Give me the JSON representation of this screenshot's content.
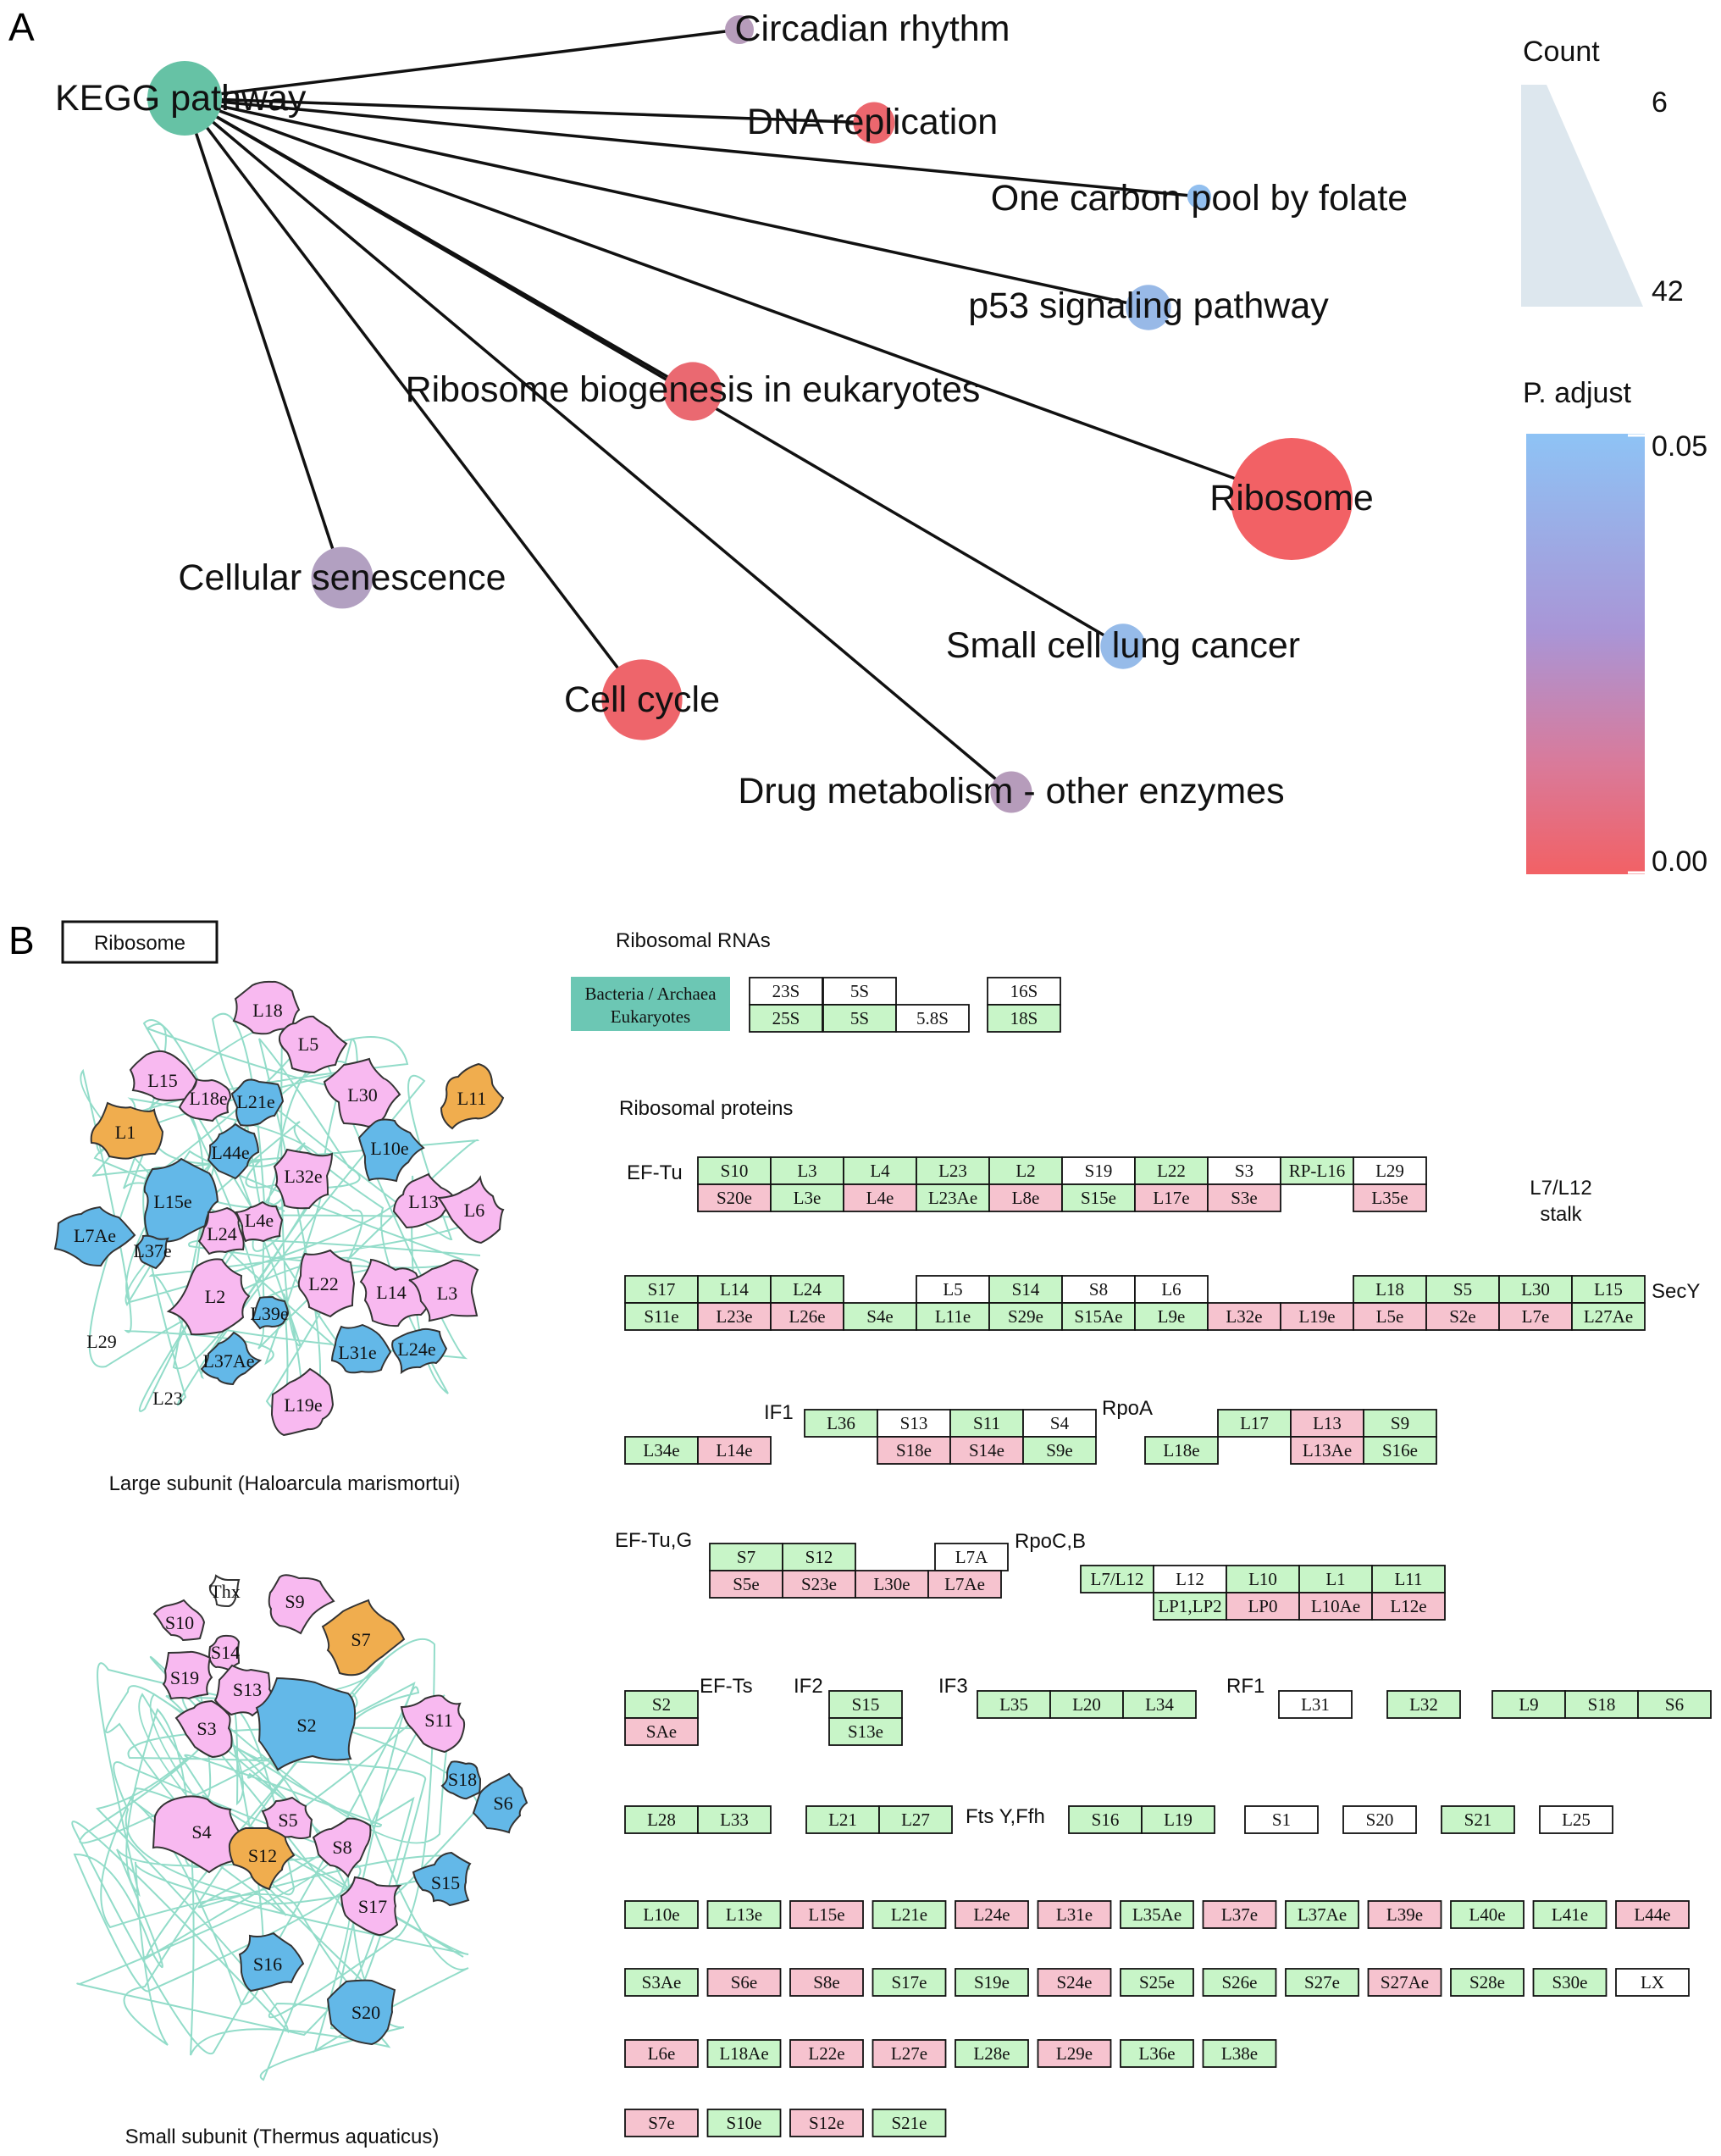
{
  "panel_a": {
    "letter": "A",
    "hub": "KEGG pathway",
    "pathways": [
      {
        "name": "Circadian rhythm",
        "count": 6,
        "p_adjust": 0.03
      },
      {
        "name": "DNA replication",
        "count": 9,
        "p_adjust": 0.003
      },
      {
        "name": "One carbon pool by folate",
        "count": 5,
        "p_adjust": 0.048
      },
      {
        "name": "p53 signaling pathway",
        "count": 10,
        "p_adjust": 0.045
      },
      {
        "name": "Ribosome biogenesis in eukaryotes",
        "count": 14,
        "p_adjust": 0.004
      },
      {
        "name": "Ribosome",
        "count": 42,
        "p_adjust": 0.0
      },
      {
        "name": "Cellular senescence",
        "count": 15,
        "p_adjust": 0.032
      },
      {
        "name": "Small cell lung cancer",
        "count": 10,
        "p_adjust": 0.046
      },
      {
        "name": "Cell cycle",
        "count": 22,
        "p_adjust": 0.002
      },
      {
        "name": "Drug metabolism - other enzymes",
        "count": 9,
        "p_adjust": 0.03
      }
    ],
    "legend": {
      "count_title": "Count",
      "count_min": "6",
      "count_max": "42",
      "padj_title": "P. adjust",
      "padj_max": "0.05",
      "padj_min": "0.00"
    },
    "colors": {
      "low_p": "#f26165",
      "high_p": "#8ec3f5",
      "hub": "#66c2a5",
      "count_wedge": "#dde7ee"
    }
  },
  "panel_b": {
    "letter": "B",
    "title": "Ribosome",
    "large_caption": "Large subunit (Haloarcula marismortui)",
    "small_caption": "Small subunit (Thermus aquaticus)",
    "rna_heading": "Ribosomal RNAs",
    "protein_heading": "Ribosomal proteins",
    "rna_legend": [
      "Bacteria / Archaea",
      "Eukaryotes"
    ],
    "colors": {
      "green": "#c8f5c8",
      "pink": "#f6c3cf",
      "white": "#ffffff",
      "blue": "#63b8e8",
      "orange": "#f0ad4e",
      "violet": "#f8b9f0",
      "teal_rna": "#6cc7b4"
    },
    "annotations": {
      "ef_tu": "EF-Tu",
      "l7l12_stalk_1": "L7/L12",
      "l7l12_stalk_2": "stalk",
      "secy": "SecY",
      "if1": "IF1",
      "rpoa": "RpoA",
      "ef_tug": "EF-Tu,G",
      "rpocb": "RpoC,B",
      "ef_ts": "EF-Ts",
      "if2": "IF2",
      "if3": "IF3",
      "rf1": "RF1",
      "ftsy": "Fts Y,Ffh"
    },
    "rna_rows": [
      [
        {
          "t": "23S",
          "c": "w"
        },
        {
          "t": "5S",
          "c": "w"
        },
        {
          "t": "16S",
          "c": "w"
        }
      ],
      [
        {
          "t": "25S",
          "c": "g"
        },
        {
          "t": "5S",
          "c": "g"
        },
        {
          "t": "5.8S",
          "c": "w"
        },
        {
          "t": "18S",
          "c": "g"
        }
      ]
    ],
    "protein_rows": {
      "r1_top": [
        {
          "t": "S10",
          "c": "g"
        },
        {
          "t": "L3",
          "c": "g"
        },
        {
          "t": "L4",
          "c": "g"
        },
        {
          "t": "L23",
          "c": "g"
        },
        {
          "t": "L2",
          "c": "g"
        },
        {
          "t": "S19",
          "c": "w"
        },
        {
          "t": "L22",
          "c": "g"
        },
        {
          "t": "S3",
          "c": "w"
        },
        {
          "t": "RP-L16",
          "c": "g"
        },
        {
          "t": "L29",
          "c": "w"
        }
      ],
      "r1_bot": [
        {
          "t": "S20e",
          "c": "p"
        },
        {
          "t": "L3e",
          "c": "g"
        },
        {
          "t": "L4e",
          "c": "p"
        },
        {
          "t": "L23Ae",
          "c": "g"
        },
        {
          "t": "L8e",
          "c": "p"
        },
        {
          "t": "S15e",
          "c": "g"
        },
        {
          "t": "L17e",
          "c": "p"
        },
        {
          "t": "S3e",
          "c": "p"
        },
        {
          "t": "L35e",
          "c": "p"
        }
      ],
      "r2_top": [
        {
          "t": "S17",
          "c": "g"
        },
        {
          "t": "L14",
          "c": "g"
        },
        {
          "t": "L24",
          "c": "g"
        },
        {
          "t": "L5",
          "c": "w"
        },
        {
          "t": "S14",
          "c": "g"
        },
        {
          "t": "S8",
          "c": "w"
        },
        {
          "t": "L6",
          "c": "w"
        },
        {
          "t": "L18",
          "c": "g"
        },
        {
          "t": "S5",
          "c": "g"
        },
        {
          "t": "L30",
          "c": "g"
        },
        {
          "t": "L15",
          "c": "g"
        }
      ],
      "r2_bot": [
        {
          "t": "S11e",
          "c": "g"
        },
        {
          "t": "L23e",
          "c": "p"
        },
        {
          "t": "L26e",
          "c": "p"
        },
        {
          "t": "S4e",
          "c": "g"
        },
        {
          "t": "L11e",
          "c": "g"
        },
        {
          "t": "S29e",
          "c": "g"
        },
        {
          "t": "S15Ae",
          "c": "g"
        },
        {
          "t": "L9e",
          "c": "g"
        },
        {
          "t": "L32e",
          "c": "p"
        },
        {
          "t": "L19e",
          "c": "p"
        },
        {
          "t": "L5e",
          "c": "p"
        },
        {
          "t": "S2e",
          "c": "p"
        },
        {
          "t": "L7e",
          "c": "p"
        },
        {
          "t": "L27Ae",
          "c": "g"
        }
      ],
      "r3_top": [
        {
          "t": "L36",
          "c": "g"
        },
        {
          "t": "S13",
          "c": "w"
        },
        {
          "t": "S11",
          "c": "g"
        },
        {
          "t": "S4",
          "c": "w"
        },
        {
          "t": "L17",
          "c": "g"
        },
        {
          "t": "L13",
          "c": "p"
        },
        {
          "t": "S9",
          "c": "g"
        }
      ],
      "r3_bot": [
        {
          "t": "L34e",
          "c": "g"
        },
        {
          "t": "L14e",
          "c": "p"
        },
        {
          "t": "S18e",
          "c": "p"
        },
        {
          "t": "S14e",
          "c": "p"
        },
        {
          "t": "S9e",
          "c": "g"
        },
        {
          "t": "L18e",
          "c": "g"
        },
        {
          "t": "L13Ae",
          "c": "p"
        },
        {
          "t": "S16e",
          "c": "g"
        }
      ],
      "r4_top": [
        {
          "t": "S7",
          "c": "g"
        },
        {
          "t": "S12",
          "c": "g"
        },
        {
          "t": "L7A",
          "c": "w"
        },
        {
          "t": "L7/L12",
          "c": "g"
        },
        {
          "t": "L12",
          "c": "w"
        },
        {
          "t": "L10",
          "c": "g"
        },
        {
          "t": "L1",
          "c": "g"
        },
        {
          "t": "L11",
          "c": "g"
        }
      ],
      "r4_bot": [
        {
          "t": "S5e",
          "c": "p"
        },
        {
          "t": "S23e",
          "c": "p"
        },
        {
          "t": "L30e",
          "c": "p"
        },
        {
          "t": "L7Ae",
          "c": "p"
        },
        {
          "t": "LP1,LP2",
          "c": "g"
        },
        {
          "t": "LP0",
          "c": "p"
        },
        {
          "t": "L10Ae",
          "c": "p"
        },
        {
          "t": "L12e",
          "c": "p"
        }
      ],
      "r5_top": [
        {
          "t": "S2",
          "c": "g"
        },
        {
          "t": "S15",
          "c": "g"
        },
        {
          "t": "L35",
          "c": "g"
        },
        {
          "t": "L20",
          "c": "g"
        },
        {
          "t": "L34",
          "c": "g"
        },
        {
          "t": "L31",
          "c": "w"
        },
        {
          "t": "L32",
          "c": "g"
        },
        {
          "t": "L9",
          "c": "g"
        },
        {
          "t": "S18",
          "c": "g"
        },
        {
          "t": "S6",
          "c": "g"
        }
      ],
      "r5_bot": [
        {
          "t": "SAe",
          "c": "p"
        },
        {
          "t": "S13e",
          "c": "g"
        }
      ],
      "r6": [
        {
          "t": "L28",
          "c": "g"
        },
        {
          "t": "L33",
          "c": "g"
        },
        {
          "t": "L21",
          "c": "g"
        },
        {
          "t": "L27",
          "c": "g"
        },
        {
          "t": "S16",
          "c": "g"
        },
        {
          "t": "L19",
          "c": "g"
        },
        {
          "t": "S1",
          "c": "w"
        },
        {
          "t": "S20",
          "c": "w"
        },
        {
          "t": "S21",
          "c": "g"
        },
        {
          "t": "L25",
          "c": "w"
        }
      ],
      "r7": [
        {
          "t": "L10e",
          "c": "g"
        },
        {
          "t": "L13e",
          "c": "g"
        },
        {
          "t": "L15e",
          "c": "p"
        },
        {
          "t": "L21e",
          "c": "g"
        },
        {
          "t": "L24e",
          "c": "p"
        },
        {
          "t": "L31e",
          "c": "p"
        },
        {
          "t": "L35Ae",
          "c": "g"
        },
        {
          "t": "L37e",
          "c": "p"
        },
        {
          "t": "L37Ae",
          "c": "g"
        },
        {
          "t": "L39e",
          "c": "p"
        },
        {
          "t": "L40e",
          "c": "g"
        },
        {
          "t": "L41e",
          "c": "g"
        },
        {
          "t": "L44e",
          "c": "p"
        }
      ],
      "r8": [
        {
          "t": "S3Ae",
          "c": "g"
        },
        {
          "t": "S6e",
          "c": "p"
        },
        {
          "t": "S8e",
          "c": "p"
        },
        {
          "t": "S17e",
          "c": "g"
        },
        {
          "t": "S19e",
          "c": "g"
        },
        {
          "t": "S24e",
          "c": "p"
        },
        {
          "t": "S25e",
          "c": "g"
        },
        {
          "t": "S26e",
          "c": "g"
        },
        {
          "t": "S27e",
          "c": "g"
        },
        {
          "t": "S27Ae",
          "c": "p"
        },
        {
          "t": "S28e",
          "c": "g"
        },
        {
          "t": "S30e",
          "c": "g"
        },
        {
          "t": "LX",
          "c": "w"
        }
      ],
      "r9": [
        {
          "t": "L6e",
          "c": "p"
        },
        {
          "t": "L18Ae",
          "c": "g"
        },
        {
          "t": "L22e",
          "c": "p"
        },
        {
          "t": "L27e",
          "c": "p"
        },
        {
          "t": "L28e",
          "c": "g"
        },
        {
          "t": "L29e",
          "c": "p"
        },
        {
          "t": "L36e",
          "c": "g"
        },
        {
          "t": "L38e",
          "c": "g"
        }
      ],
      "r10": [
        {
          "t": "S7e",
          "c": "p"
        },
        {
          "t": "S10e",
          "c": "g"
        },
        {
          "t": "S12e",
          "c": "p"
        },
        {
          "t": "S21e",
          "c": "g"
        }
      ]
    },
    "large_blobs": [
      {
        "t": "L18",
        "c": "violet"
      },
      {
        "t": "L5",
        "c": "violet"
      },
      {
        "t": "L15",
        "c": "violet"
      },
      {
        "t": "L18e",
        "c": "violet"
      },
      {
        "t": "L21e",
        "c": "blue"
      },
      {
        "t": "L30",
        "c": "violet"
      },
      {
        "t": "L11",
        "c": "orange"
      },
      {
        "t": "L1",
        "c": "orange"
      },
      {
        "t": "L44e",
        "c": "blue"
      },
      {
        "t": "L10e",
        "c": "blue"
      },
      {
        "t": "L32e",
        "c": "violet"
      },
      {
        "t": "L15e",
        "c": "blue"
      },
      {
        "t": "L13",
        "c": "violet"
      },
      {
        "t": "L6",
        "c": "violet"
      },
      {
        "t": "L4e",
        "c": "violet"
      },
      {
        "t": "L24",
        "c": "violet"
      },
      {
        "t": "L7Ae",
        "c": "blue"
      },
      {
        "t": "L37e",
        "c": "blue"
      },
      {
        "t": "L2",
        "c": "violet"
      },
      {
        "t": "L22",
        "c": "violet"
      },
      {
        "t": "L14",
        "c": "violet"
      },
      {
        "t": "L3",
        "c": "violet"
      },
      {
        "t": "L39e",
        "c": "blue"
      },
      {
        "t": "L37Ae",
        "c": "blue"
      },
      {
        "t": "L31e",
        "c": "blue"
      },
      {
        "t": "L24e",
        "c": "blue"
      },
      {
        "t": "L19e",
        "c": "violet"
      },
      {
        "t": "L29",
        "c": "none"
      },
      {
        "t": "L23",
        "c": "none"
      }
    ],
    "small_blobs": [
      {
        "t": "Thx",
        "c": "white"
      },
      {
        "t": "S9",
        "c": "violet"
      },
      {
        "t": "S10",
        "c": "violet"
      },
      {
        "t": "S14",
        "c": "violet"
      },
      {
        "t": "S7",
        "c": "orange"
      },
      {
        "t": "S19",
        "c": "violet"
      },
      {
        "t": "S13",
        "c": "violet"
      },
      {
        "t": "S3",
        "c": "violet"
      },
      {
        "t": "S2",
        "c": "blue"
      },
      {
        "t": "S11",
        "c": "violet"
      },
      {
        "t": "S18",
        "c": "blue"
      },
      {
        "t": "S6",
        "c": "blue"
      },
      {
        "t": "S4",
        "c": "violet"
      },
      {
        "t": "S5",
        "c": "violet"
      },
      {
        "t": "S12",
        "c": "orange"
      },
      {
        "t": "S8",
        "c": "violet"
      },
      {
        "t": "S15",
        "c": "blue"
      },
      {
        "t": "S17",
        "c": "violet"
      },
      {
        "t": "S16",
        "c": "blue"
      },
      {
        "t": "S20",
        "c": "blue"
      }
    ]
  }
}
